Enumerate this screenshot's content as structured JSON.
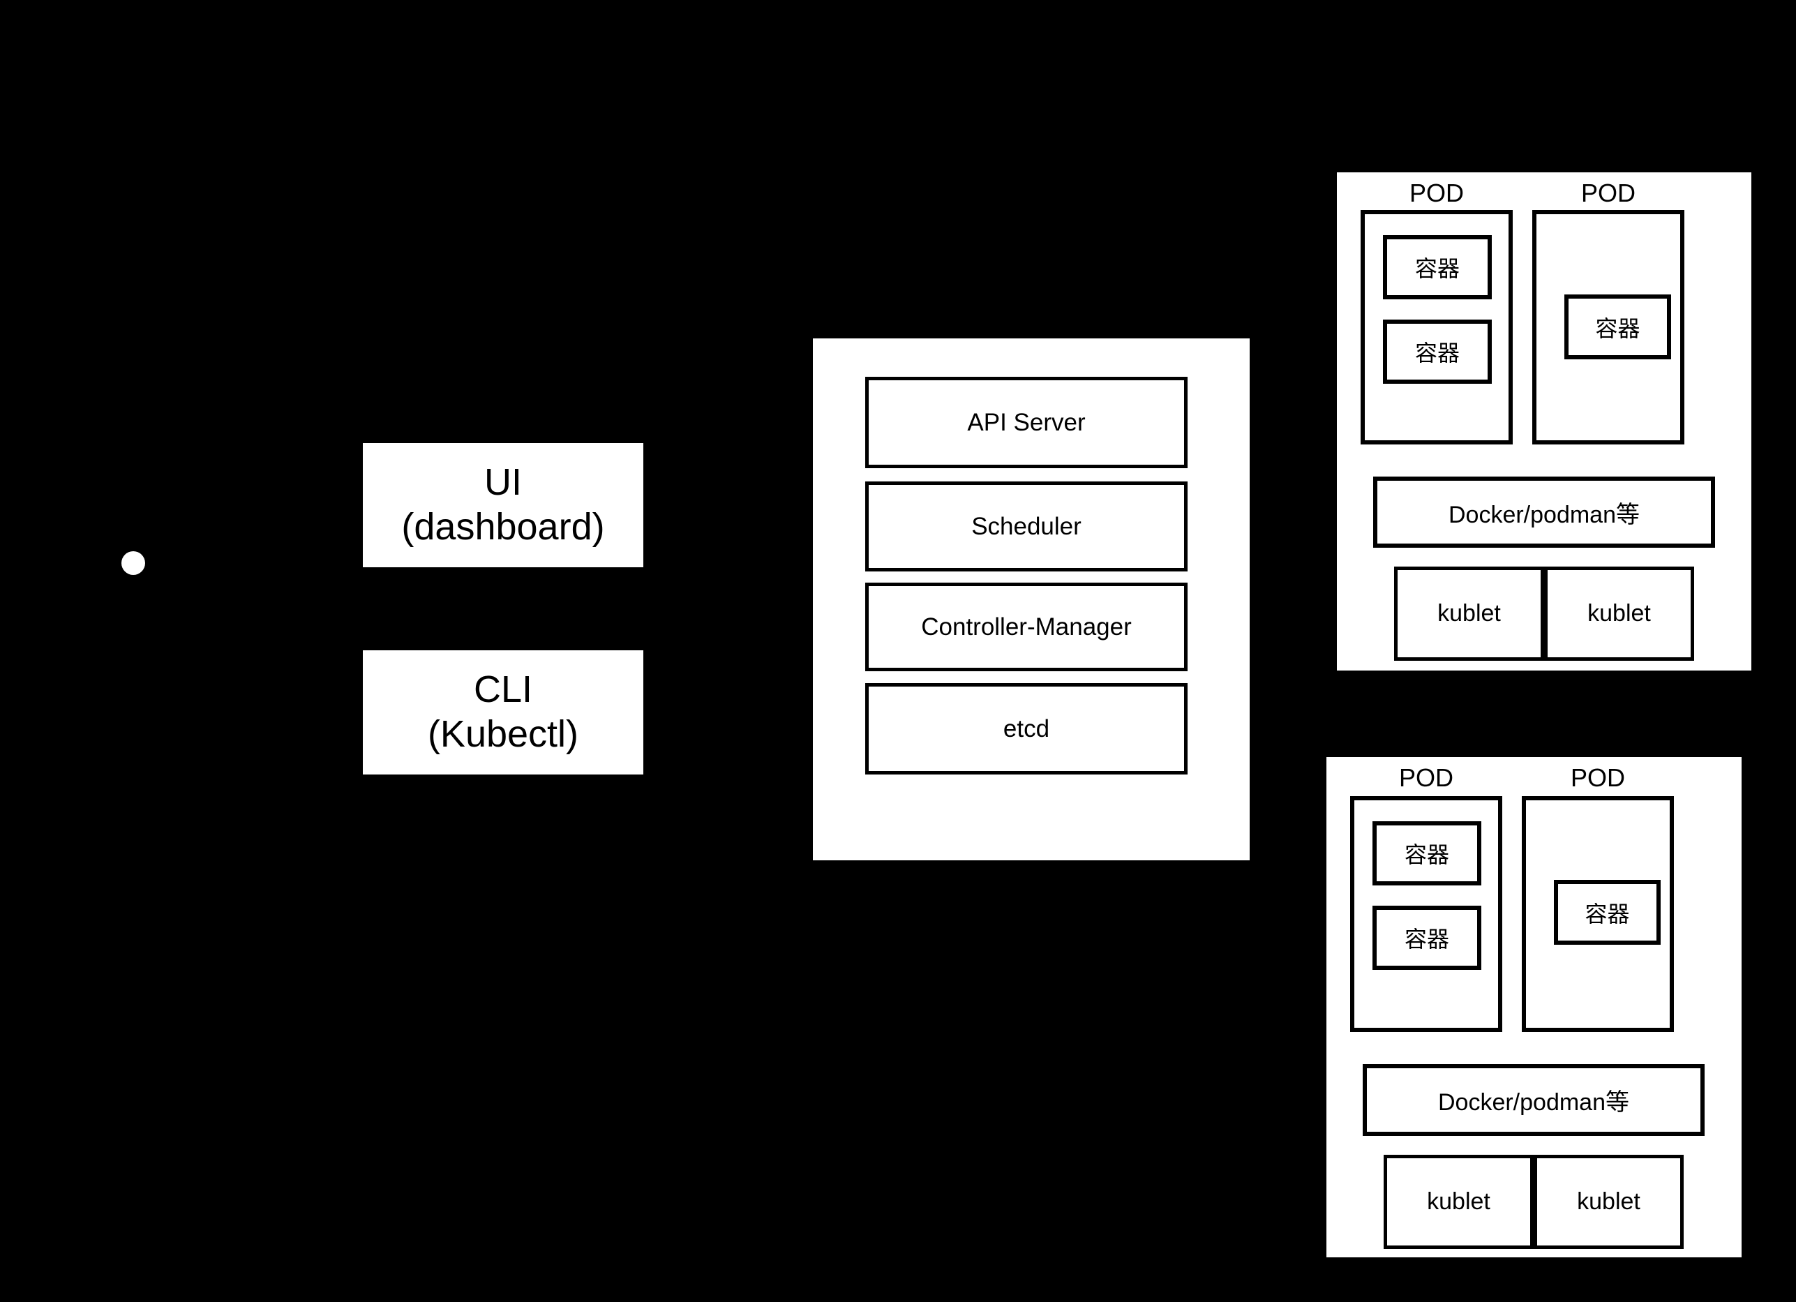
{
  "diagram": {
    "background_color": "#000000",
    "surface_color": "#ffffff",
    "stroke_color": "#000000",
    "client": {
      "dot_name": "client-dot",
      "ui_box": {
        "line1": "UI",
        "line2": "(dashboard)"
      },
      "cli_box": {
        "line1": "CLI",
        "line2": "(Kubectl)"
      }
    },
    "master": {
      "components": [
        {
          "label": "API Server"
        },
        {
          "label": "Scheduler"
        },
        {
          "label": "Controller-Manager"
        },
        {
          "label": "etcd"
        }
      ]
    },
    "nodes": [
      {
        "pods": [
          {
            "label": "POD",
            "containers": [
              "容器",
              "容器"
            ]
          },
          {
            "label": "POD",
            "containers": [
              "容器"
            ]
          }
        ],
        "runtime": "Docker/podman等",
        "kubelets": [
          "kublet",
          "kublet"
        ]
      },
      {
        "pods": [
          {
            "label": "POD",
            "containers": [
              "容器",
              "容器"
            ]
          },
          {
            "label": "POD",
            "containers": [
              "容器"
            ]
          }
        ],
        "runtime": "Docker/podman等",
        "kubelets": [
          "kublet",
          "kublet"
        ]
      }
    ]
  }
}
